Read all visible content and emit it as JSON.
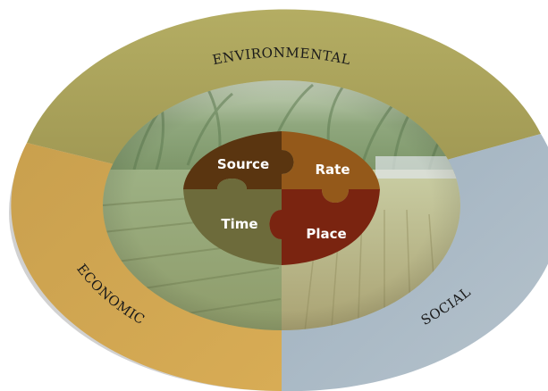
{
  "ring": {
    "environmental": "ENVIRONMENTAL",
    "economic": "ECONOMIC",
    "social": "SOCIAL"
  },
  "puzzle": {
    "source": "Source",
    "rate": "Rate",
    "time": "Time",
    "place": "Place"
  },
  "colors": {
    "environmental": "#a7a055",
    "economic": "#cfa24f",
    "social": "#a9b7c2",
    "source": "#5a3510",
    "rate": "#94591a",
    "time": "#6d6b3b",
    "place": "#7a2410"
  }
}
